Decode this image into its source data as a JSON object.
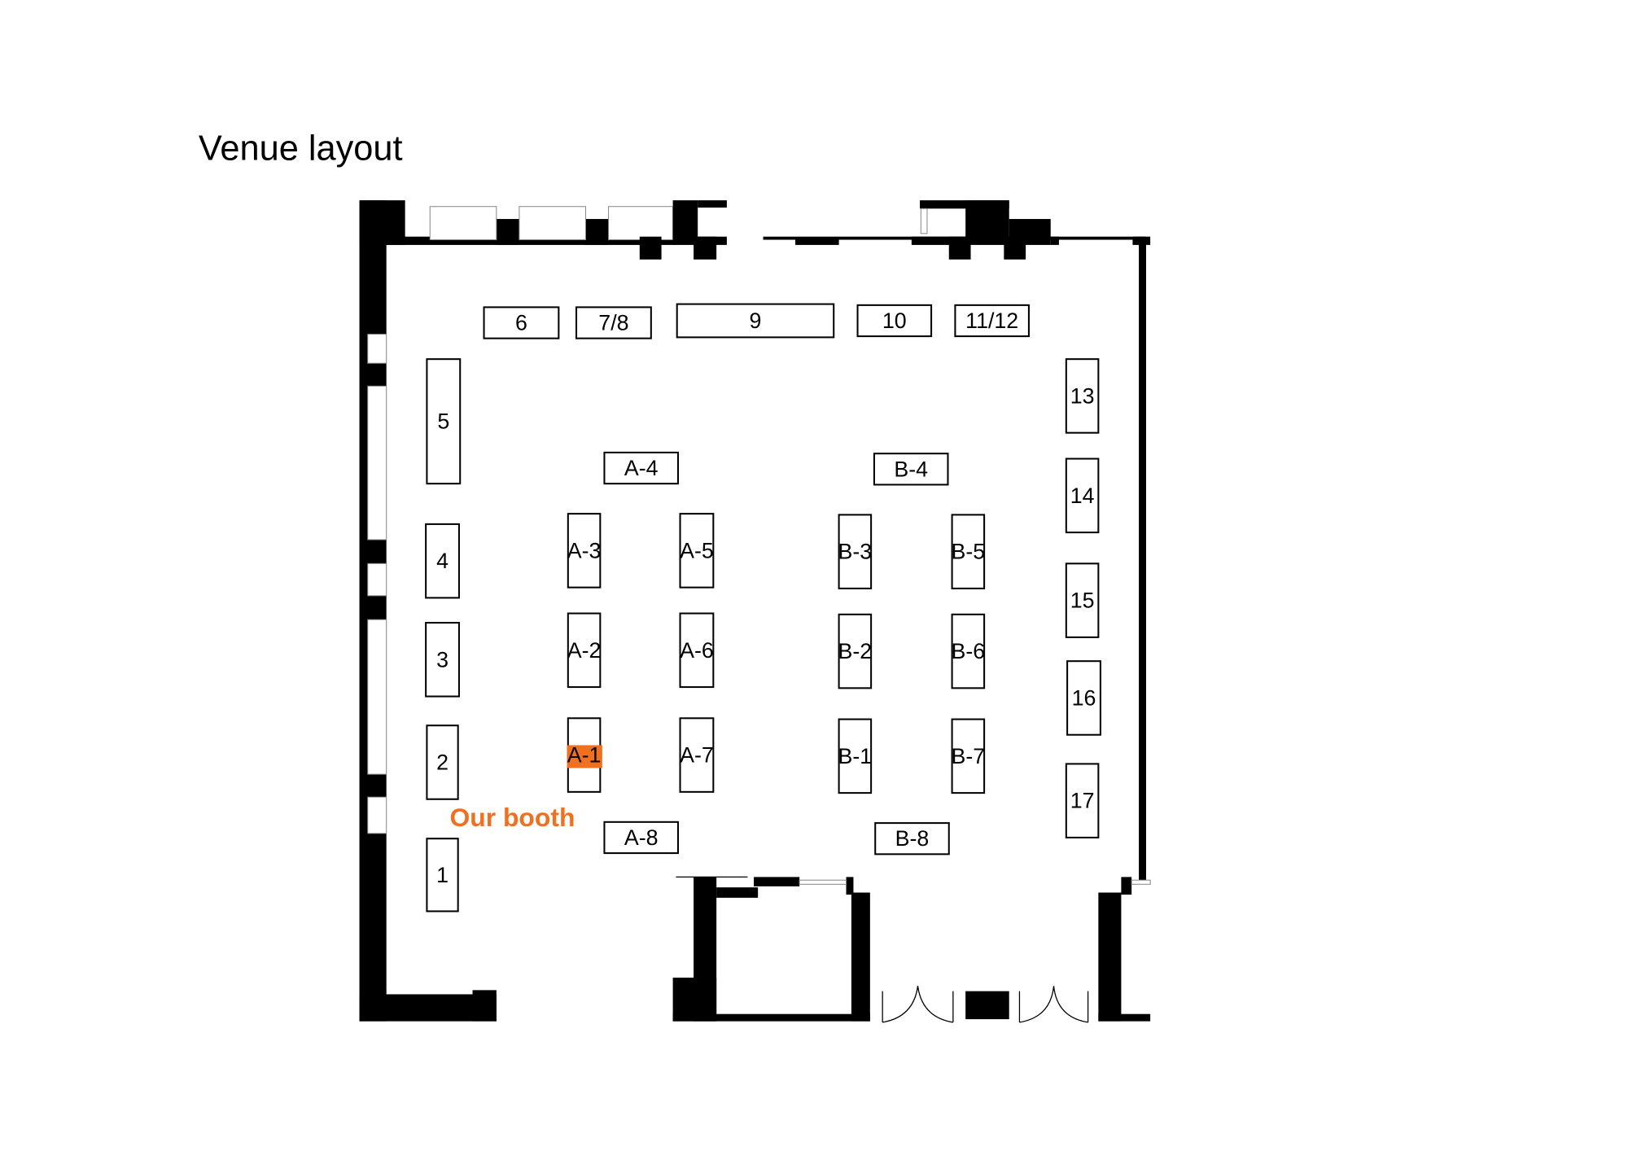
{
  "title": "Venue layout",
  "highlight": {
    "label": "Our booth",
    "booth": "A-1",
    "color": "#F07020"
  },
  "booths": [
    "1",
    "2",
    "3",
    "4",
    "5",
    "6",
    "7/8",
    "9",
    "10",
    "11/12",
    "13",
    "14",
    "15",
    "16",
    "17",
    "A-1",
    "A-2",
    "A-3",
    "A-4",
    "A-5",
    "A-6",
    "A-7",
    "A-8",
    "B-1",
    "B-2",
    "B-3",
    "B-4",
    "B-5",
    "B-6",
    "B-7",
    "B-8"
  ]
}
